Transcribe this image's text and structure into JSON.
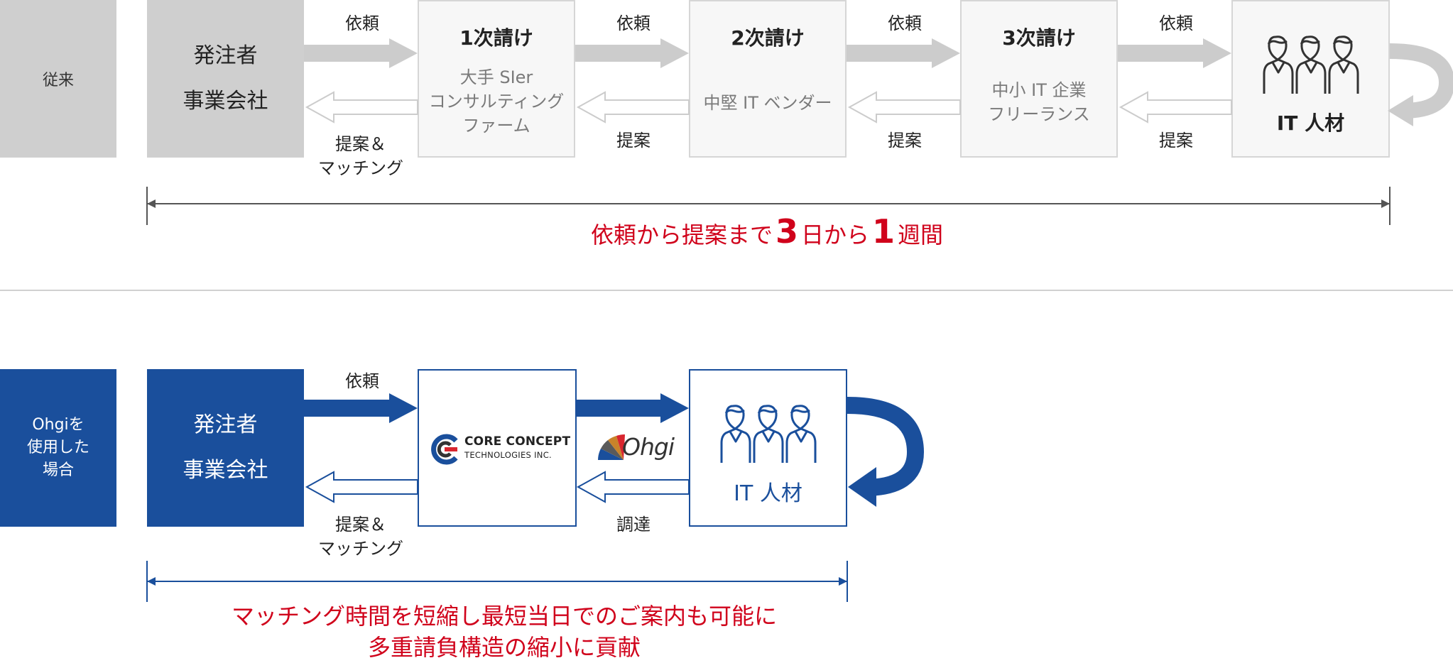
{
  "traditional": {
    "row_label": "従来",
    "client": [
      "発注者",
      "事業会社"
    ],
    "tiers": [
      {
        "title": "1次請け",
        "sub": [
          "大手 SIer",
          "コンサルティング",
          "ファーム"
        ]
      },
      {
        "title": "2次請け",
        "sub": [
          "中堅 IT ベンダー"
        ]
      },
      {
        "title": "3次請け",
        "sub": [
          "中小 IT 企業",
          "フリーランス"
        ]
      }
    ],
    "talent": "IT 人材",
    "request_label": "依頼",
    "proposal_label": "提案",
    "proposal_matching": [
      "提案＆",
      "マッチング"
    ],
    "summary_parts": [
      "依頼から提案まで",
      "3",
      "日から",
      "1",
      "週間"
    ]
  },
  "ohgi": {
    "row_label": [
      "Ohgiを",
      "使用した",
      "場合"
    ],
    "client": [
      "発注者",
      "事業会社"
    ],
    "partner_logo_line1": "CORE CONCEPT",
    "partner_logo_line2": "TECHNOLOGIES INC.",
    "platform_logo": "Ohgi",
    "talent": "IT 人材",
    "request_label": "依頼",
    "procure_label": "調達",
    "proposal_matching": [
      "提案＆",
      "マッチング"
    ],
    "summary": [
      "マッチング時間を短縮し最短当日でのご案内も可能に",
      "多重請負構造の縮小に貢献"
    ]
  },
  "colors": {
    "gray_box": "#cfcfcf",
    "gray_arrow": "#cccccc",
    "blue": "#1a4f9c",
    "red": "#d0021b"
  }
}
